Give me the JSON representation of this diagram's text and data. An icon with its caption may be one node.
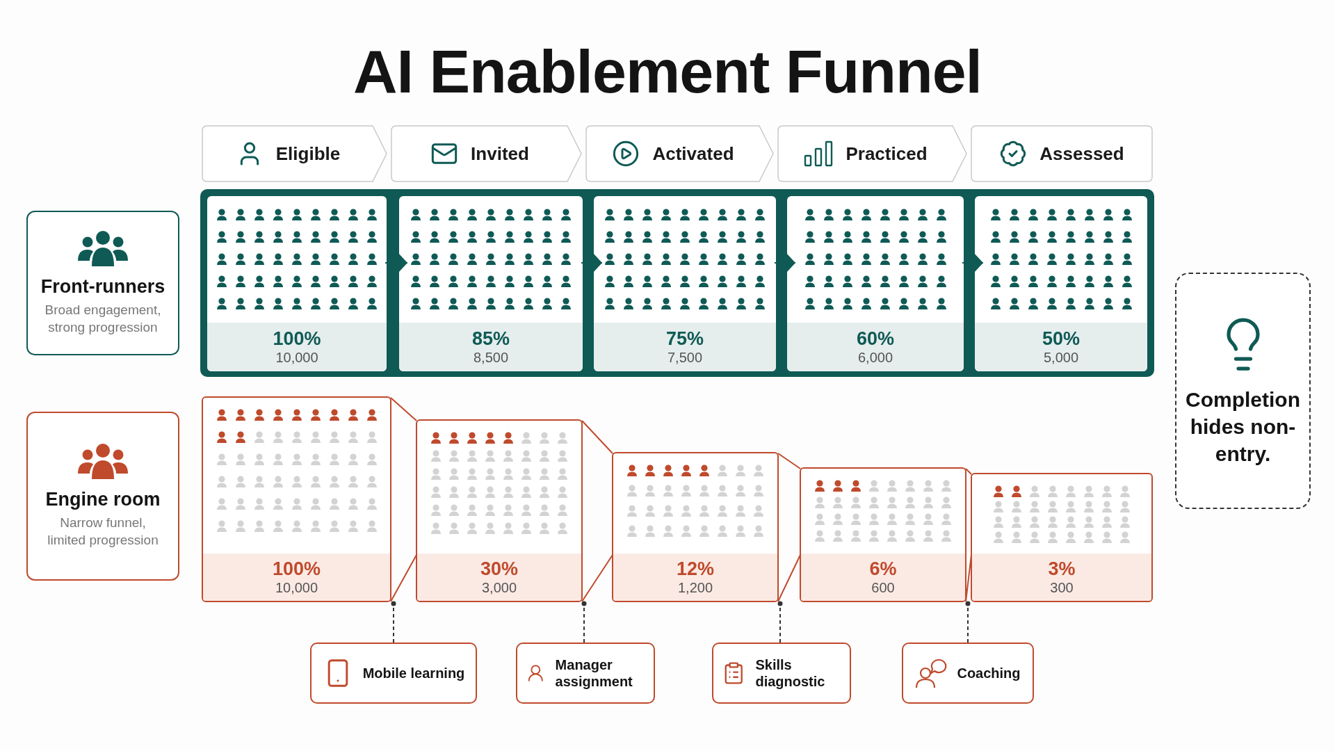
{
  "diagram": {
    "title": "AI Enablement Funnel",
    "nodes": [
      {
        "text": [
          "Eligible"
        ]
      },
      {
        "text": [
          "Invited"
        ]
      },
      {
        "text": [
          "Activated"
        ]
      },
      {
        "text": [
          "Practiced"
        ]
      },
      {
        "text": [
          "Assessed"
        ]
      },
      {
        "text": [
          "Front-runners",
          "Broad engagement, strong progression"
        ]
      },
      {
        "text": [
          "100%",
          "10,000"
        ]
      },
      {
        "text": [
          "85%",
          "8,500"
        ]
      },
      {
        "text": [
          "75%",
          "7,500"
        ]
      },
      {
        "text": [
          "60%",
          "6,000"
        ]
      },
      {
        "text": [
          "50%",
          "5,000"
        ]
      },
      {
        "text": [
          "Engine room",
          "Narrow funnel, limited progression"
        ]
      },
      {
        "text": [
          "100%",
          "10,000"
        ]
      },
      {
        "text": [
          "30%",
          "3,000"
        ]
      },
      {
        "text": [
          "12%",
          "1,200"
        ]
      },
      {
        "text": [
          "6%",
          "600"
        ]
      },
      {
        "text": [
          "3%",
          "300"
        ]
      },
      {
        "text": [
          "Completion hides non-entry."
        ]
      },
      {
        "text": [
          "Mobile learning"
        ]
      },
      {
        "text": [
          "Manager assignment"
        ]
      },
      {
        "text": [
          "Skills diagnostic"
        ]
      },
      {
        "text": [
          "Coaching"
        ]
      }
    ],
    "edges": [
      {
        "from": 6,
        "to": 7,
        "arrow": "to"
      },
      {
        "from": 7,
        "to": 8,
        "arrow": "to"
      },
      {
        "from": 8,
        "to": 9,
        "arrow": "to"
      },
      {
        "from": 9,
        "to": 10,
        "arrow": "to"
      },
      {
        "from": 18,
        "to": 12,
        "arrow": "other",
        "style": "dashed",
        "color": "#333333"
      },
      {
        "from": 19,
        "to": 13,
        "arrow": "other",
        "style": "dashed",
        "color": "#333333"
      },
      {
        "from": 20,
        "to": 14,
        "arrow": "other",
        "style": "dashed",
        "color": "#333333"
      },
      {
        "from": 21,
        "to": 15,
        "arrow": "other",
        "style": "dashed",
        "color": "#333333"
      }
    ]
  }
}
